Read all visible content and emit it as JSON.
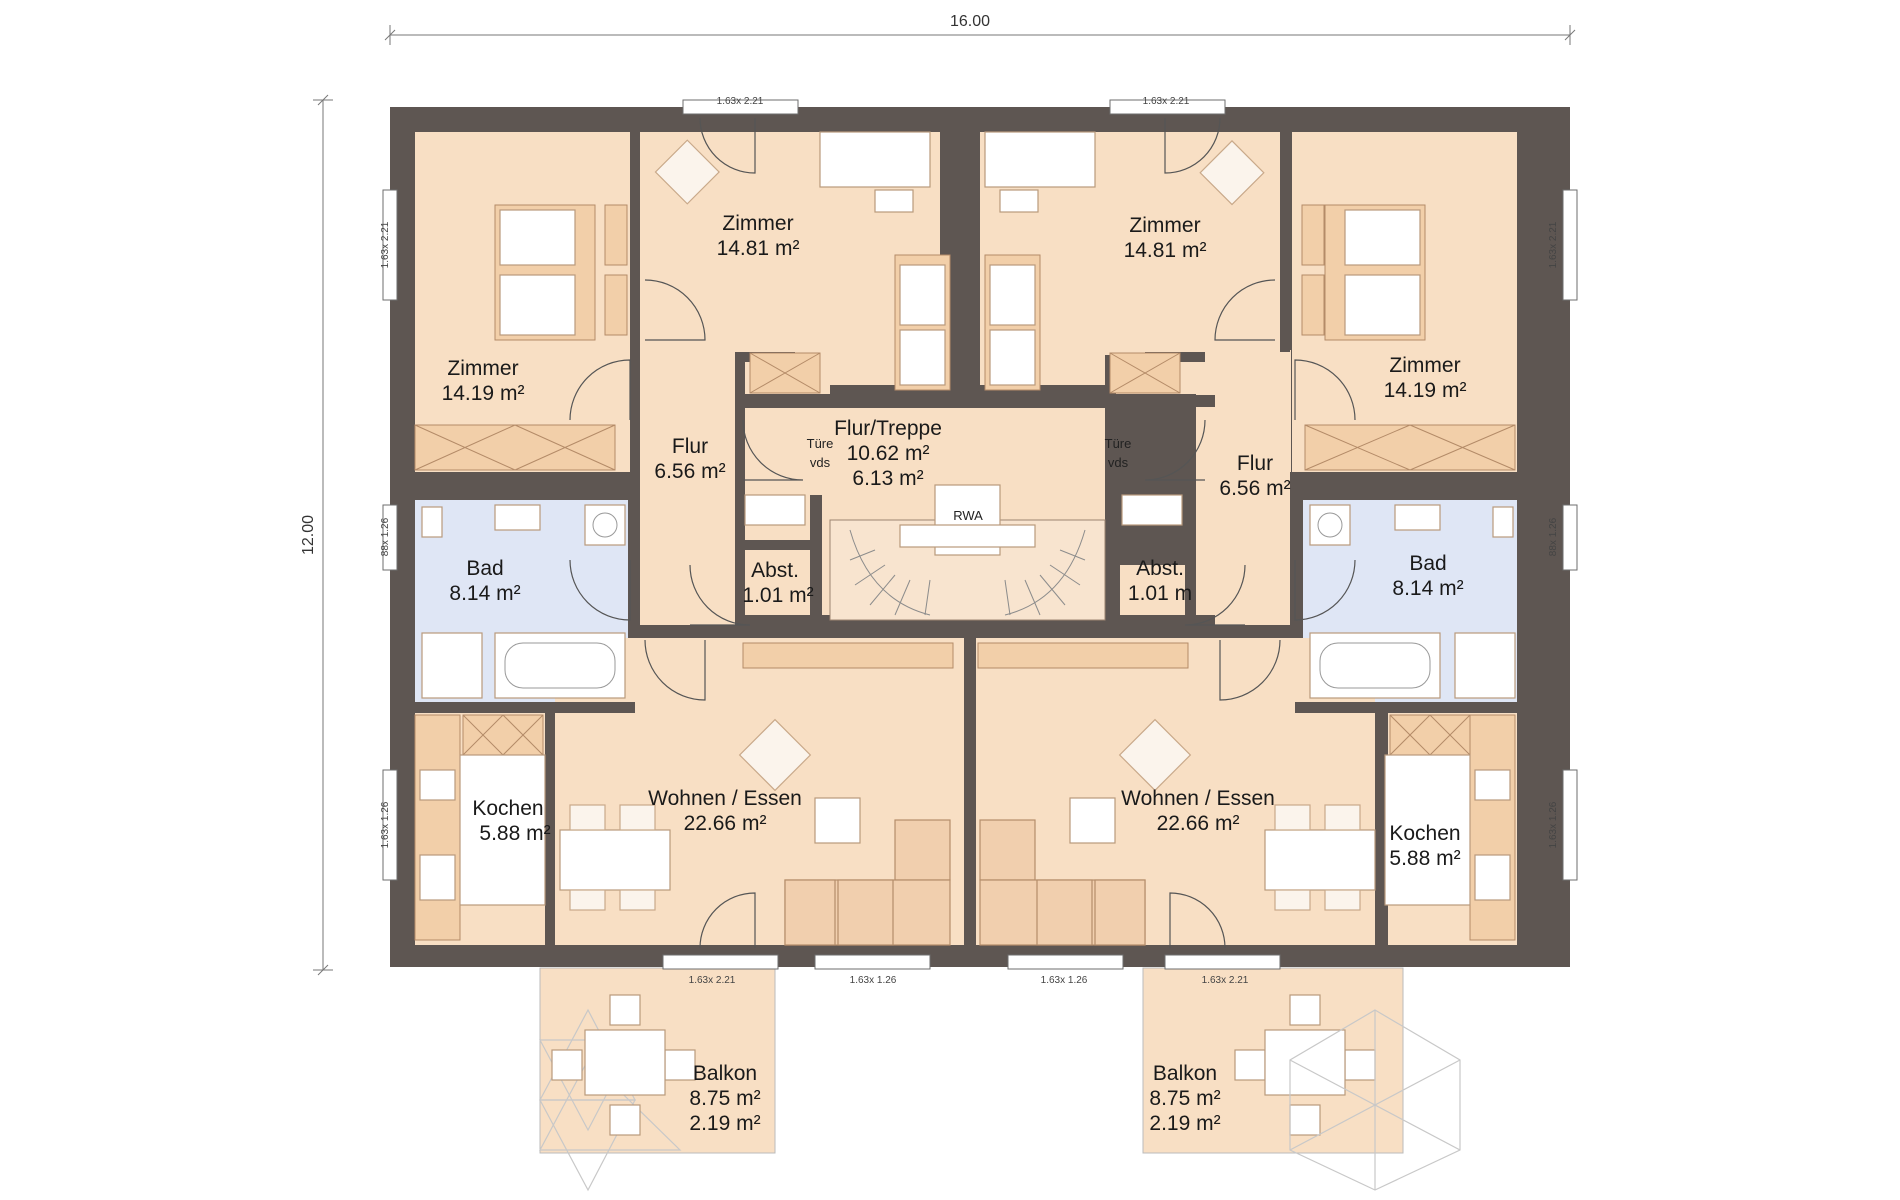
{
  "dimensions": {
    "width": "16.00",
    "height": "12.00"
  },
  "windows": {
    "top_left": "1.63x 2.21",
    "top_right": "1.63x 2.21",
    "left_upper": "1.63x 2.21",
    "right_upper": "1.63x 2.21",
    "left_bath": "88x 1.26",
    "right_bath": "88x 1.26",
    "left_kitchen": "1.63x 1.26",
    "right_kitchen": "1.63x 1.26",
    "bottom_balcony_left": "1.63x 2.21",
    "bottom_living_left": "1.63x 1.26",
    "bottom_living_right": "1.63x 1.26",
    "bottom_balcony_right": "1.63x 2.21"
  },
  "rooms": {
    "zimmer_tl": {
      "name": "Zimmer",
      "area": "14.19 m²"
    },
    "zimmer_tc_left": {
      "name": "Zimmer",
      "area": "14.81 m²"
    },
    "zimmer_tc_right": {
      "name": "Zimmer",
      "area": "14.81 m²"
    },
    "zimmer_tr": {
      "name": "Zimmer",
      "area": "14.19 m²"
    },
    "flur_left": {
      "name": "Flur",
      "area": "6.56 m²"
    },
    "flur_right": {
      "name": "Flur",
      "area": "6.56 m²"
    },
    "flur_treppe": {
      "name": "Flur/Treppe",
      "area": "10.62 m²",
      "area2": "6.13 m²"
    },
    "tuere_left": {
      "line1": "Türe",
      "line2": "vds"
    },
    "tuere_right": {
      "line1": "Türe",
      "line2": "vds"
    },
    "rwa": "RWA",
    "abst_left": {
      "name": "Abst.",
      "area": "1.01 m²"
    },
    "abst_right": {
      "name": "Abst.",
      "area": "1.01 m"
    },
    "bad_left": {
      "name": "Bad",
      "area": "8.14 m²"
    },
    "bad_right": {
      "name": "Bad",
      "area": "8.14 m²"
    },
    "kochen_left": {
      "name": "Kochen",
      "area": "5.88 m²"
    },
    "kochen_right": {
      "name": "Kochen",
      "area": "5.88 m²"
    },
    "wohnen_left": {
      "name": "Wohnen / Essen",
      "area": "22.66 m²"
    },
    "wohnen_right": {
      "name": "Wohnen / Essen",
      "area": "22.66 m²"
    },
    "balkon_left": {
      "name": "Balkon",
      "area": "8.75 m²",
      "area2": "2.19 m²"
    },
    "balkon_right": {
      "name": "Balkon",
      "area": "8.75 m²",
      "area2": "2.19 m²"
    }
  },
  "colors": {
    "wall": "#5e5652",
    "floor": "#f8dfc4",
    "bathroom": "#dfe6f5",
    "furniture": "#f2cfa9"
  }
}
